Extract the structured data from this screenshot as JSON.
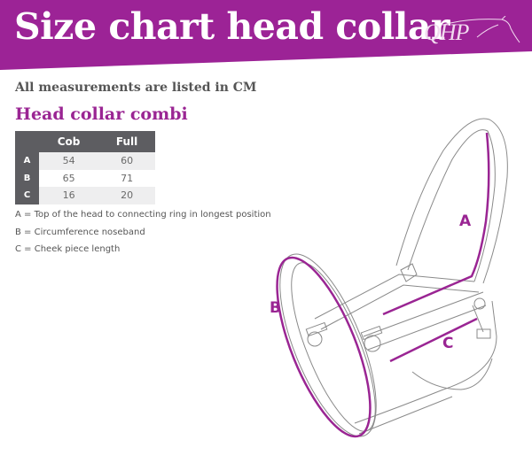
{
  "header": {
    "title": "Size chart head collar",
    "logo_text": "QHP",
    "banner_color": "#9c2396"
  },
  "subtitle": "All measurements are listed in CM",
  "section": {
    "title": "Head collar combi",
    "accent_color": "#9a2593"
  },
  "table": {
    "columns": [
      "",
      "Cob",
      "Full"
    ],
    "rows": [
      {
        "label": "A",
        "cob": "54",
        "full": "60"
      },
      {
        "label": "B",
        "cob": "65",
        "full": "71"
      },
      {
        "label": "C",
        "cob": "16",
        "full": "20"
      }
    ]
  },
  "legend": [
    "A = Top of the head to connecting ring in longest position",
    "B = Circumference noseband",
    "C = Cheek piece length"
  ],
  "diagram": {
    "labels": {
      "a": "A",
      "b": "B",
      "c": "C"
    },
    "line_color": "#8a8a8a",
    "measure_color": "#9a2593"
  }
}
